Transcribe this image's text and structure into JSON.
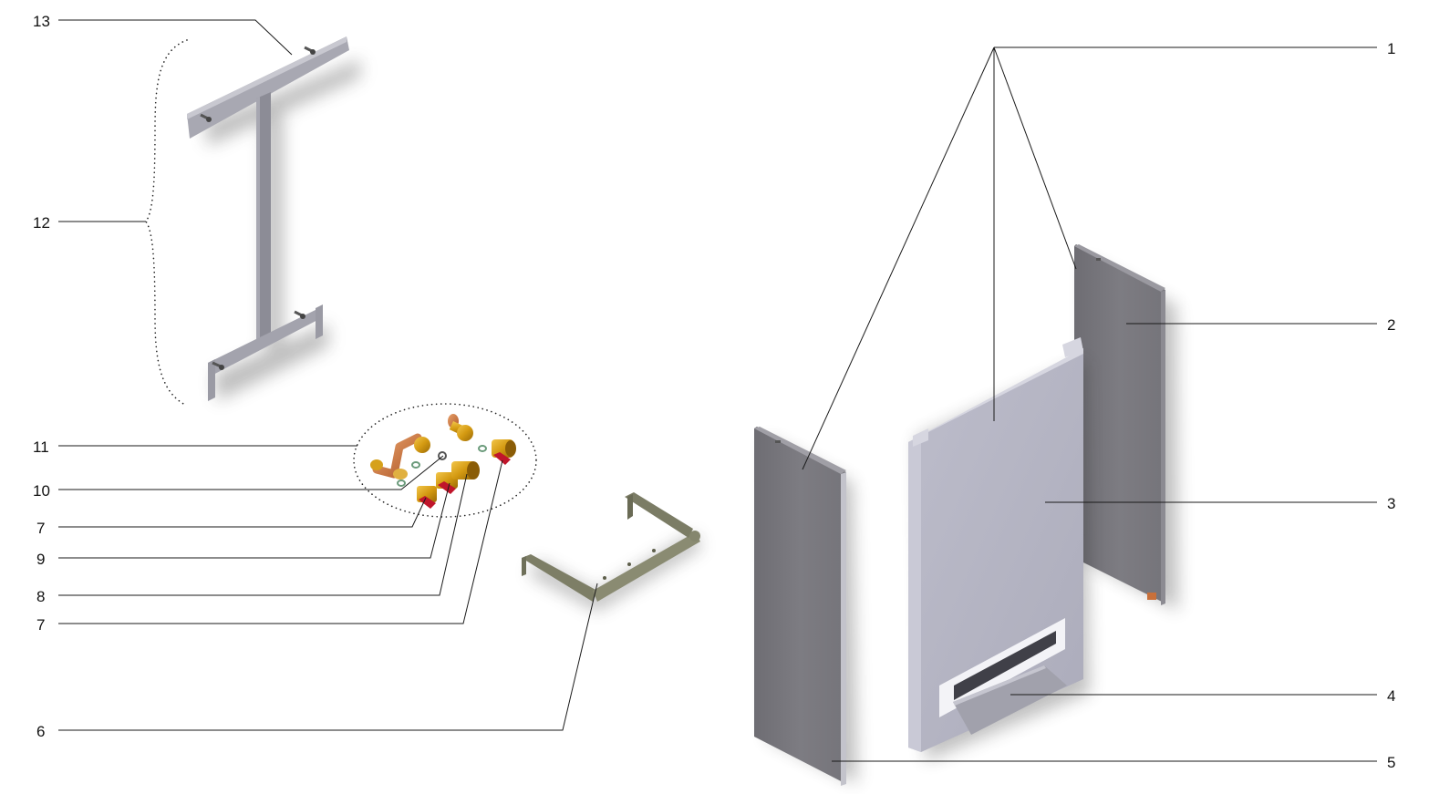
{
  "callouts": {
    "c1": "1",
    "c2": "2",
    "c3": "3",
    "c4": "4",
    "c5": "5",
    "c6": "6",
    "c7a": "7",
    "c7b": "7",
    "c8": "8",
    "c9": "9",
    "c10": "10",
    "c11": "11",
    "c12": "12",
    "c13": "13"
  },
  "colors": {
    "side_panel": "#7b7a80",
    "front_panel": "#b3b3c2",
    "frame": "#9c9ca6",
    "bracket": "#7f8068",
    "brass": "#d6a11a",
    "copper": "#c8703a",
    "valve_red": "#c0152b"
  }
}
